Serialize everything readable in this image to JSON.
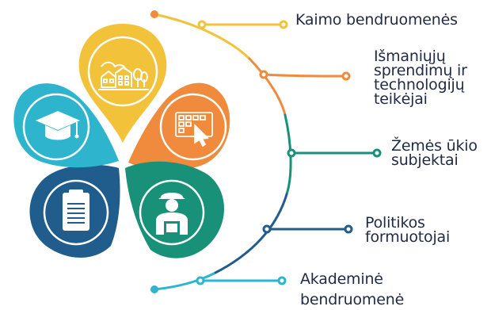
{
  "colors": {
    "yellow": "#f2c23a",
    "orange": "#f08a3c",
    "green": "#199179",
    "navy": "#215d8c",
    "cyan": "#2eb5cd",
    "text": "#1f2a44",
    "curve_start_dot": "#f08a3c",
    "curve_end_dot": "#2eb5cd"
  },
  "petals": [
    {
      "id": "yellow",
      "color": "yellow",
      "icon": "village-icon"
    },
    {
      "id": "orange",
      "color": "orange",
      "icon": "smart-device-icon"
    },
    {
      "id": "green",
      "color": "green",
      "icon": "farmer-icon"
    },
    {
      "id": "navy",
      "color": "navy",
      "icon": "clipboard-icon"
    },
    {
      "id": "cyan",
      "color": "cyan",
      "icon": "graduation-cap-icon"
    }
  ],
  "labels": {
    "rural": "Kaimo bendruomenės",
    "smart": [
      "Išmaniųjų",
      "sprendimų ir",
      "technologijų",
      "teikėjai"
    ],
    "agri": [
      "Žemės ūkio",
      "subjektai"
    ],
    "policy": [
      "Politikos",
      "formuotojai"
    ],
    "academic": [
      "Akademinė",
      "bendruomenė"
    ]
  }
}
